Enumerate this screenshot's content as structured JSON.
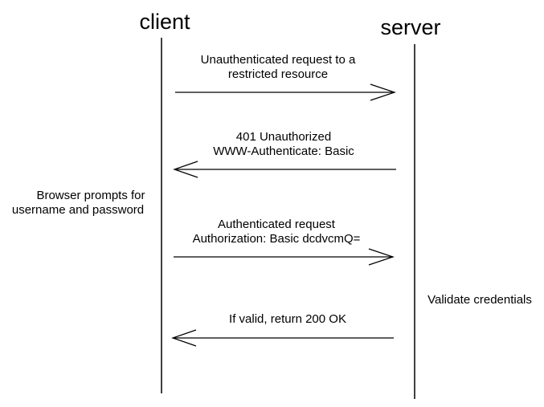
{
  "actors": {
    "client": "client",
    "server": "server"
  },
  "messages": [
    {
      "direction": "client-to-server",
      "lines": [
        "Unauthenticated request to a",
        "restricted resource"
      ]
    },
    {
      "direction": "server-to-client",
      "lines": [
        "401 Unauthorized",
        "WWW-Authenticate: Basic"
      ]
    },
    {
      "direction": "client-to-server",
      "lines": [
        "Authenticated request",
        "Authorization: Basic dcdvcmQ="
      ]
    },
    {
      "direction": "server-to-client",
      "lines": [
        "If valid, return 200 OK"
      ]
    }
  ],
  "notes": {
    "client_note": [
      "Browser prompts for",
      "username and password"
    ],
    "server_note": [
      "Validate credentials"
    ]
  },
  "colors": {
    "line": "#000000",
    "text": "#000000",
    "background": "#ffffff"
  }
}
